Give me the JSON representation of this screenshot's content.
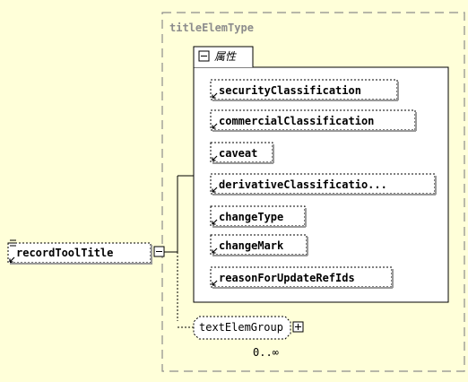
{
  "diagram": {
    "type_name": "titleElemType",
    "attributes_label": "属性",
    "root_element": "recordToolTitle",
    "attributes": [
      "securityClassification",
      "commercialClassification",
      "caveat",
      "derivativeClassificatio...",
      "changeType",
      "changeMark",
      "reasonForUpdateRefIds"
    ],
    "group_name": "textElemGroup",
    "group_cardinality": "0..∞"
  }
}
